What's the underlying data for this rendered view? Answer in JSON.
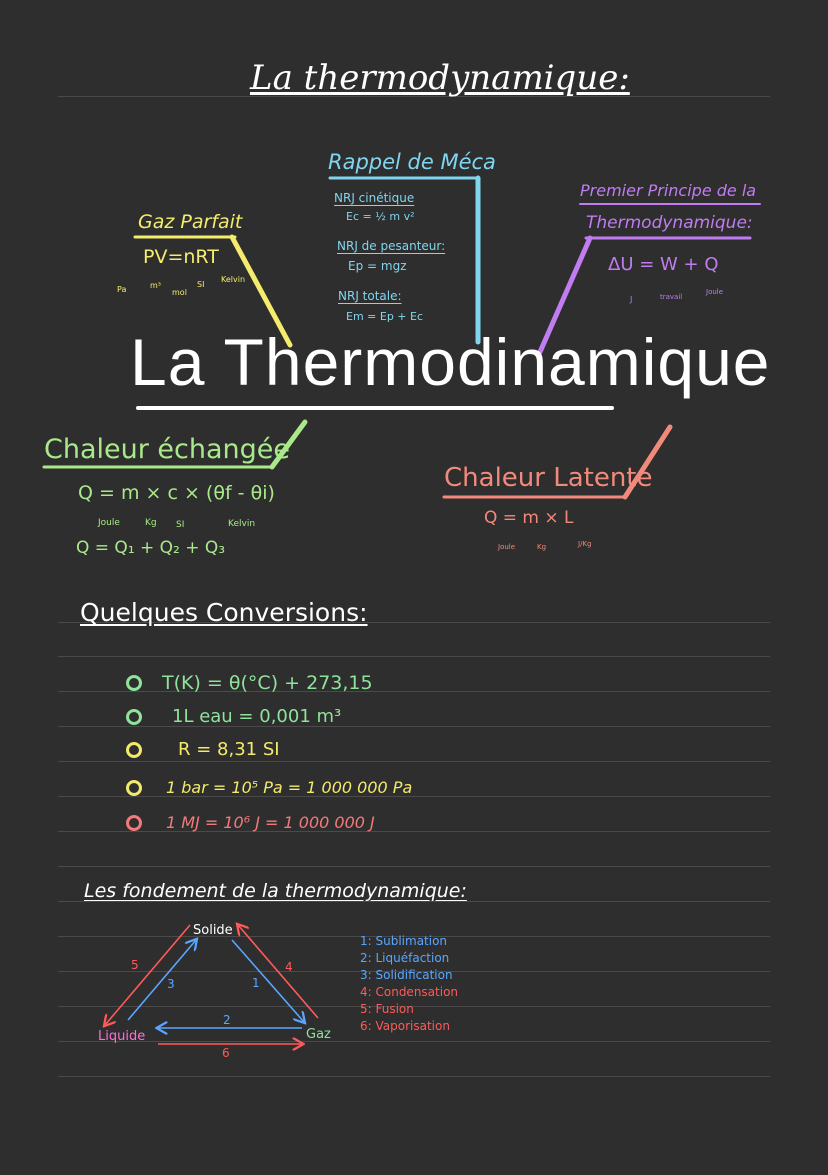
{
  "page_title": "La thermodynamique:",
  "main_title": "La Thermodinamique",
  "gaz_parfait": {
    "title": "Gaz Parfait",
    "formula": "PV=nRT",
    "units": [
      "Pa",
      "m³",
      "mol",
      "SI",
      "Kelvin"
    ]
  },
  "rappel_meca": {
    "title": "Rappel de Méca",
    "items": [
      {
        "label": "NRJ cinétique",
        "formula": "Ec = ½ m v²"
      },
      {
        "label": "NRJ de pesanteur:",
        "formula": "Ep = mgz"
      },
      {
        "label": "NRJ totale:",
        "formula": "Em = Ep + Ec"
      }
    ]
  },
  "premier_principe": {
    "title_line1": "Premier Principe de la",
    "title_line2": "Thermodynamique:",
    "formula": "ΔU = W + Q",
    "units": [
      "J",
      "travail",
      "Joule"
    ]
  },
  "chaleur_echangee": {
    "title": "Chaleur échangée",
    "formula": "Q = m × c × (θf - θi)",
    "units": [
      "Joule",
      "Kg",
      "SI",
      "Kelvin"
    ],
    "formula2": "Q = Q₁ + Q₂ + Q₃"
  },
  "chaleur_latente": {
    "title": "Chaleur Latente",
    "formula": "Q = m × L",
    "units": [
      "Joule",
      "Kg",
      "J/Kg"
    ]
  },
  "conversions": {
    "title": "Quelques Conversions:",
    "items": [
      {
        "text": "T(K) = θ(°C) + 273,15",
        "color": "#8fe39a"
      },
      {
        "text": "1L eau = 0,001 m³",
        "color": "#8fe39a"
      },
      {
        "text": "R = 8,31 SI",
        "color": "#f2ea6b"
      },
      {
        "text": "1 bar = 10⁵ Pa = 1 000 000 Pa",
        "color": "#f2ea6b"
      },
      {
        "text": "1 MJ = 10⁶ J = 1 000 000 J",
        "color": "#f27a7a"
      }
    ]
  },
  "fondements": {
    "title": "Les fondement de la thermodynamique:",
    "states": {
      "solide": "Solide",
      "liquide": "Liquide",
      "gaz": "Gaz"
    },
    "numbers": [
      "1",
      "2",
      "3",
      "4",
      "5",
      "6"
    ],
    "legend": [
      {
        "text": "1: Sublimation",
        "color": "#5aa6ff"
      },
      {
        "text": "2: Liquéfaction",
        "color": "#5aa6ff"
      },
      {
        "text": "3: Solidification",
        "color": "#5aa6ff"
      },
      {
        "text": "4: Condensation",
        "color": "#ff5a5a"
      },
      {
        "text": "5: Fusion",
        "color": "#ff5a5a"
      },
      {
        "text": "6: Vaporisation",
        "color": "#ff5a5a"
      }
    ]
  },
  "colors": {
    "yellow": "#f5ec6e",
    "cyan": "#7fd6ee",
    "purple": "#c07cf0",
    "green": "#a9e98a",
    "salmon": "#f28a7c",
    "blue": "#5aa6ff",
    "red": "#ff5a5a"
  }
}
